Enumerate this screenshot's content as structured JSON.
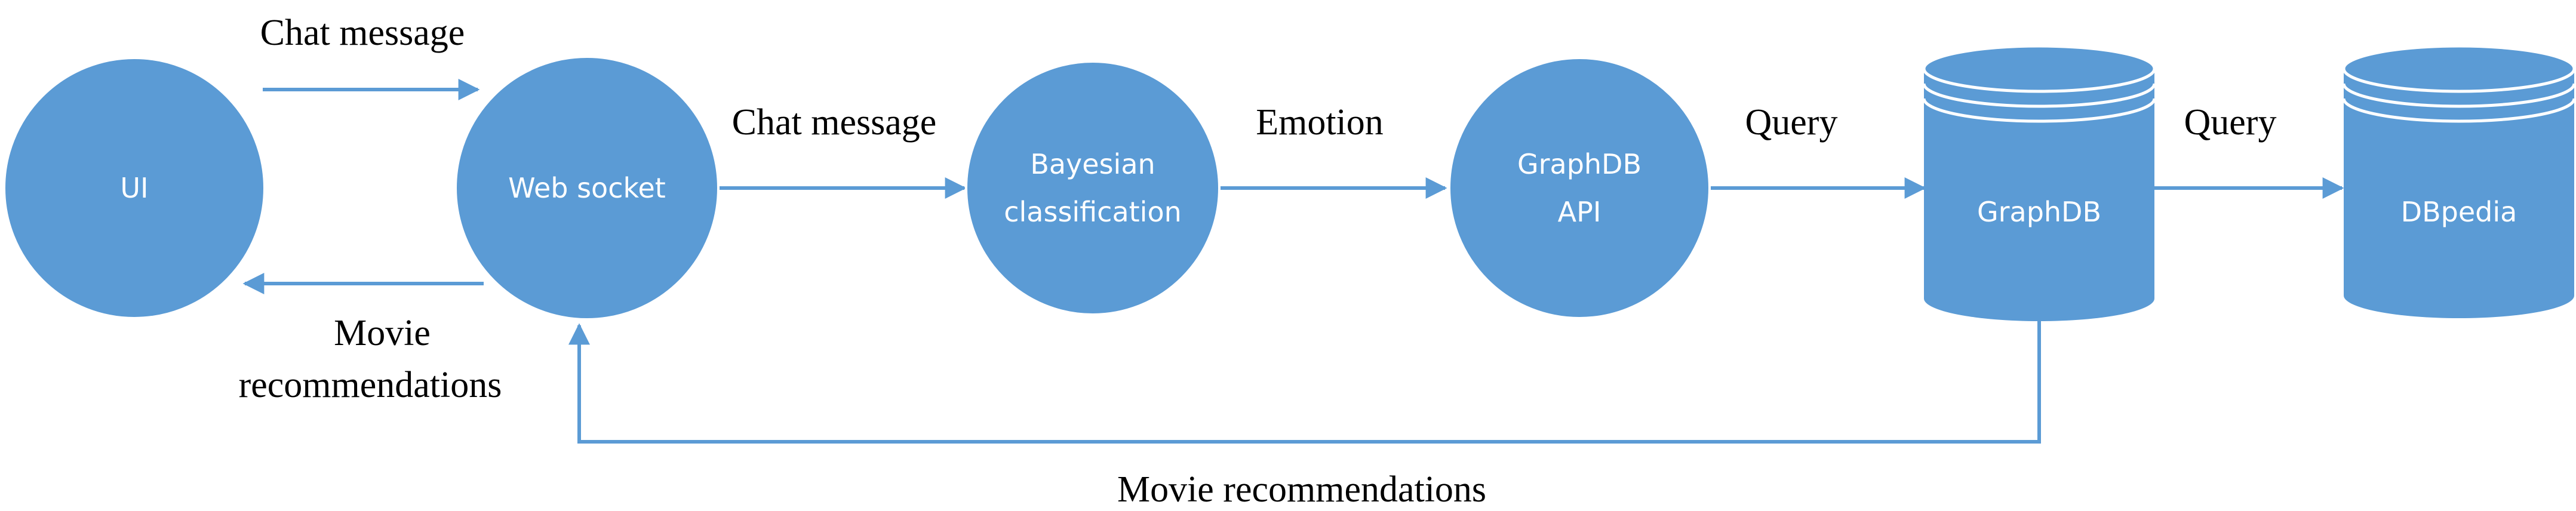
{
  "colors": {
    "node_fill": "#5b9bd5",
    "node_stroke": "#ffffff",
    "edge": "#5b9bd5",
    "text_on_node": "#ffffff",
    "text": "#000000"
  },
  "nodes": {
    "ui": {
      "label": "UI",
      "shape": "circle"
    },
    "websocket": {
      "label": "Web socket",
      "shape": "circle"
    },
    "bayesian": {
      "line1": "Bayesian",
      "line2": "classification",
      "shape": "circle"
    },
    "graphdb_api": {
      "line1": "GraphDB",
      "line2": "API",
      "shape": "circle"
    },
    "graphdb": {
      "label": "GraphDB",
      "shape": "cylinder"
    },
    "dbpedia": {
      "label": "DBpedia",
      "shape": "cylinder"
    }
  },
  "edges": {
    "ui_to_websocket": {
      "label": "Chat message"
    },
    "websocket_to_ui": {
      "line1": "Movie",
      "line2": "recommendations"
    },
    "websocket_to_bayesian": {
      "label": "Chat message"
    },
    "bayesian_to_graphdb_api": {
      "label": "Emotion"
    },
    "graphdb_api_to_graphdb": {
      "label": "Query"
    },
    "graphdb_to_dbpedia": {
      "label": "Query"
    },
    "graphdb_to_websocket": {
      "label": "Movie recommendations"
    }
  }
}
